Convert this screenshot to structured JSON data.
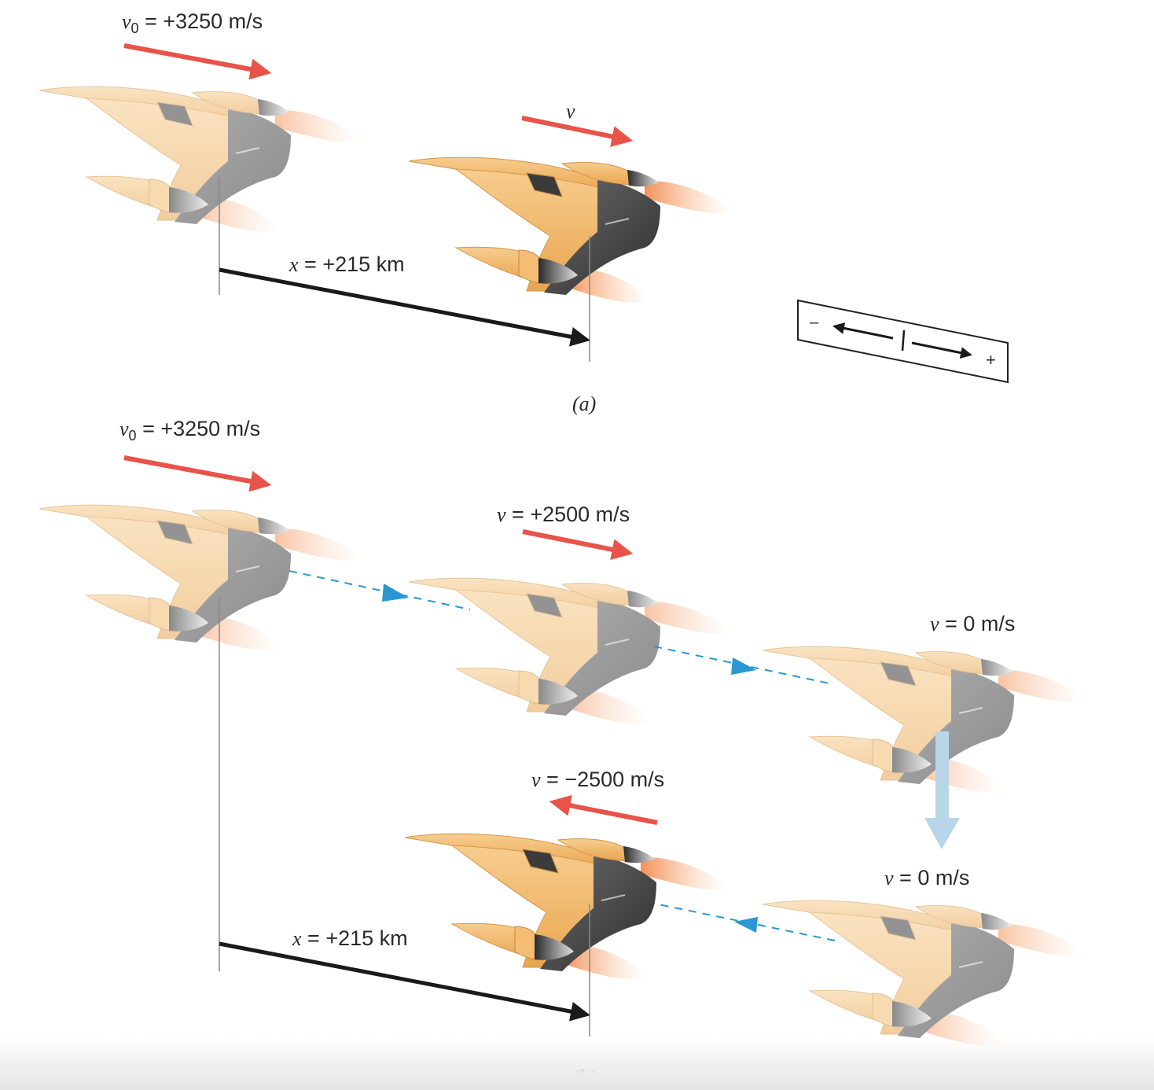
{
  "colors": {
    "velocity_arrow": "#e8534a",
    "path_arrow": "#2a97d2",
    "down_arrow": "#b9d6e8",
    "displacement": "#1a1a1a",
    "ship_gold": "#f2b25e",
    "ship_gold_light": "#f7c98d",
    "ship_dark": "#4a4a4a",
    "exhaust": "#f7a062"
  },
  "panel_a": {
    "v0_label": "v0 = +3250 m/s",
    "v0_var": "v",
    "v0_sub": "0",
    "v0_eq": " = +3250 m/s",
    "v_label": "v",
    "x_var": "x",
    "x_eq": " = +215 km",
    "caption": "(a)",
    "axis_minus": "–",
    "axis_plus": "+"
  },
  "panel_b": {
    "v0_var": "v",
    "v0_sub": "0",
    "v0_eq": " = +3250 m/s",
    "v1_var": "v",
    "v1_eq": " = +2500 m/s",
    "v2_var": "v",
    "v2_eq": " = 0 m/s",
    "v3_var": "v",
    "v3_eq": " = 0 m/s",
    "v4_var": "v",
    "v4_eq": " = −2500 m/s",
    "x_var": "x",
    "x_eq": " = +215 km",
    "caption": "(b)"
  }
}
